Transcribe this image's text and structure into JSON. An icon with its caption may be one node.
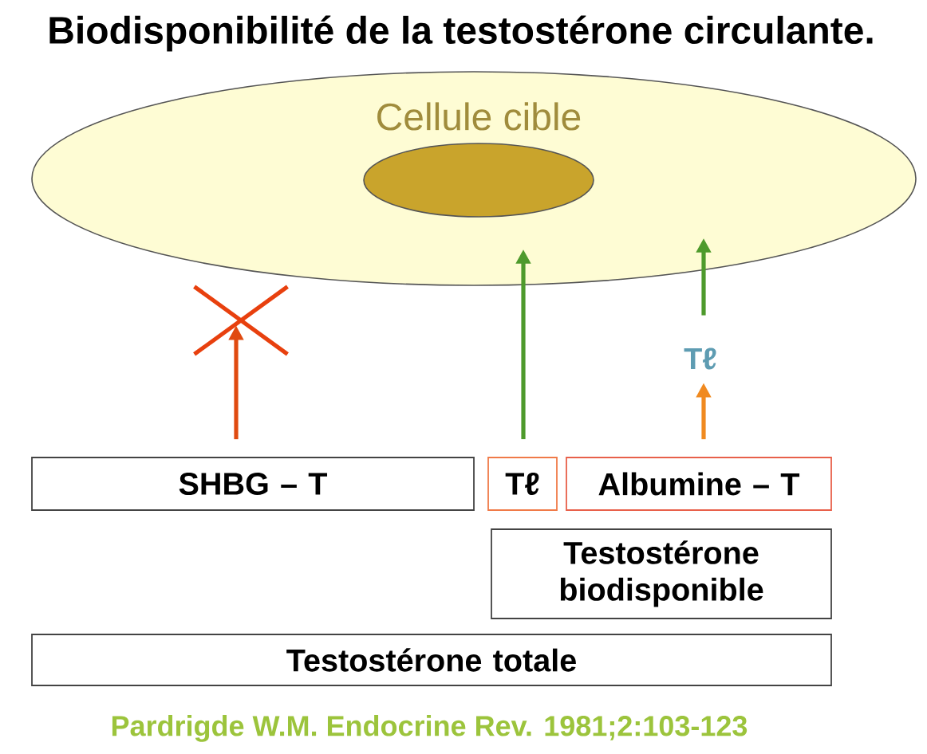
{
  "diagram": {
    "title": "Biodisponibilité de la testostérone circulante.",
    "nodes": [
      {
        "text": [
          "Cellule cible"
        ]
      },
      {
        "text": [],
        "shape": "ellipse",
        "in": 0
      },
      {
        "text": [],
        "shape": "cross"
      },
      {
        "text": [
          "Tℓ"
        ]
      },
      {
        "text": [
          "SHBG – T"
        ]
      },
      {
        "text": [
          "Tℓ"
        ]
      },
      {
        "text": [
          "Albumine – T"
        ]
      },
      {
        "text": [
          "Testostérone biodisponible"
        ]
      },
      {
        "text": [
          "Testostérone totale"
        ]
      }
    ],
    "edges": [
      {
        "from": 4,
        "to": 2,
        "arrow": "to",
        "color": "#e04a10"
      },
      {
        "from": 5,
        "to": 0,
        "arrow": "to"
      },
      {
        "from": 6,
        "to": 3,
        "arrow": "to",
        "color": "#f08a20"
      },
      {
        "from": 3,
        "to": 0,
        "arrow": "to"
      }
    ],
    "caption": "Pardrigde W.M. Endocrine Rev. 1981;2:103-123"
  }
}
